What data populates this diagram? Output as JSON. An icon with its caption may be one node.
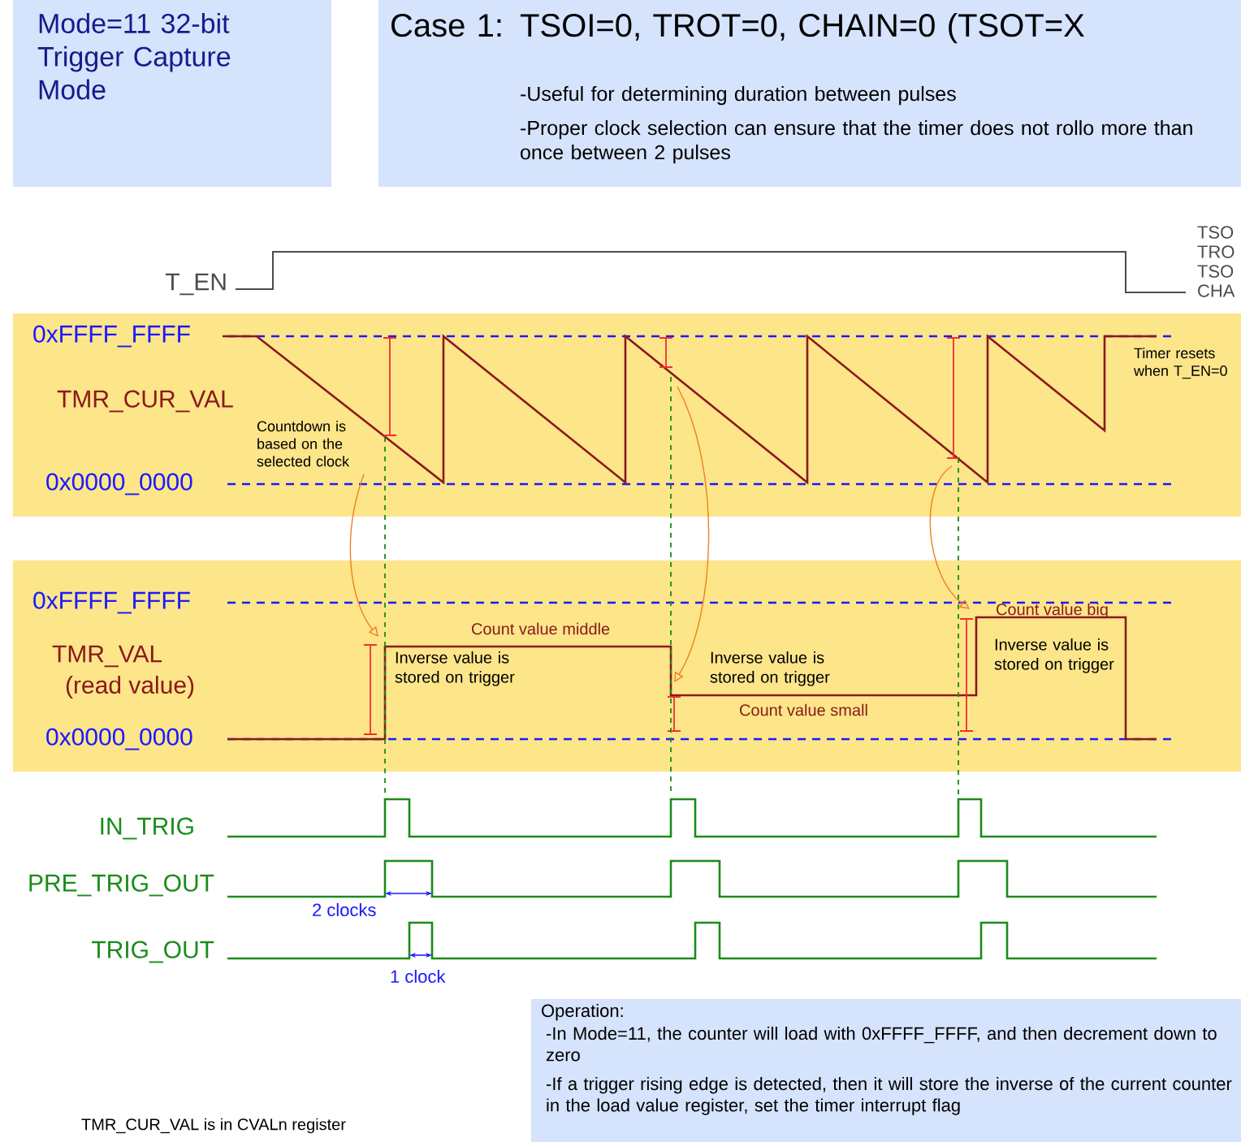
{
  "diagram": {
    "nodes": [
      {
        "text": [
          "Mode=11 32-bit Trigger Capture Mode"
        ]
      },
      {
        "text": [
          "Case 1: TSOI=0, TROT=0, CHAIN=0 (TSOT=X",
          "-Useful for determining duration between pulses",
          "-Proper clock selection can ensure that the timer does not rollo more than once between 2 pulses"
        ]
      },
      {
        "text": [
          "Operation:",
          "-In Mode=11, the counter will load with 0xFFFF_FFFF, and then decrement down to zero",
          "-If a trigger rising edge is detected, then it will store the inverse of the current counter in the load value register, set the timer interrupt flag"
        ]
      }
    ],
    "labels": [
      "T_EN",
      "TSO",
      "TRO",
      "TSO",
      "CHA",
      "0xFFFF_FFFF",
      "TMR_CUR_VAL",
      "0x0000_0000",
      "Countdown is based on the selected clock",
      "Timer resets when T_EN=0",
      "0xFFFF_FFFF",
      "TMR_VAL",
      "(read value)",
      "0x0000_0000",
      "Count value middle",
      "Inverse value is stored on trigger",
      "Inverse value is stored on trigger",
      "Count value small",
      "Count value big",
      "Inverse value is stored on trigger",
      "IN_TRIG",
      "PRE_TRIG_OUT",
      "2 clocks",
      "TRIG_OUT",
      "1 clock",
      "TMR_CUR_VAL is in CVALn register"
    ]
  }
}
